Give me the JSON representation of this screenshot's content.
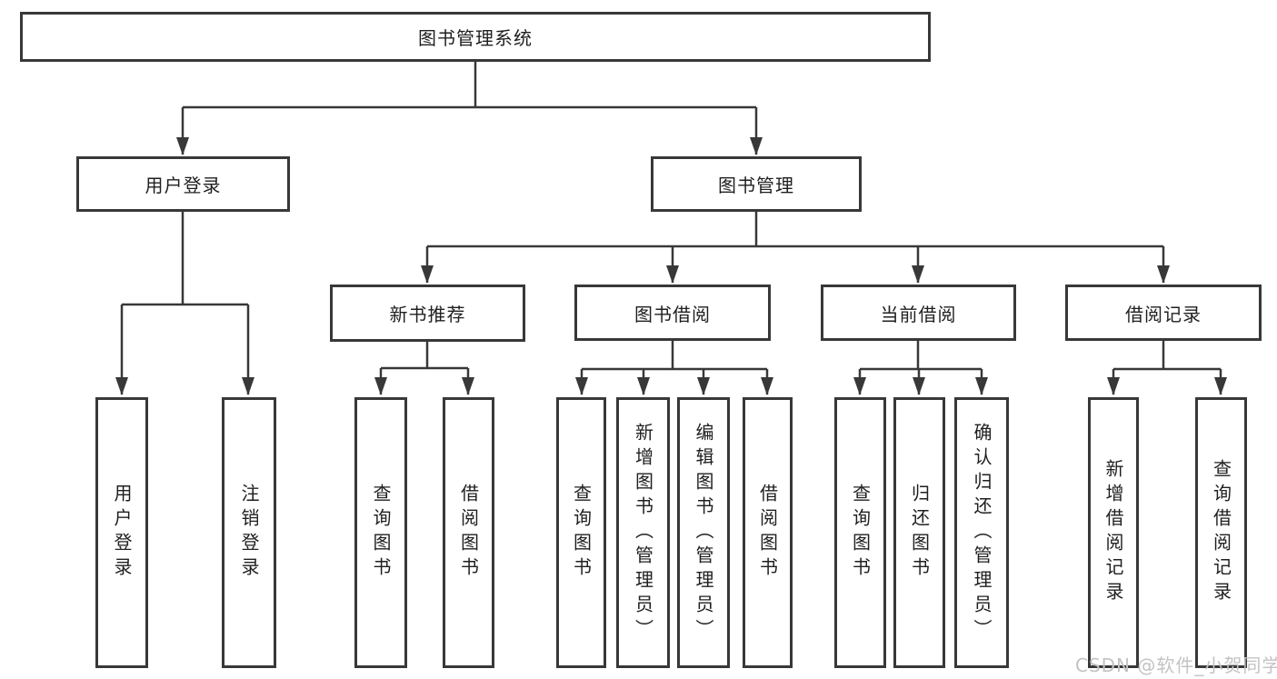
{
  "nodes": {
    "root": "图书管理系统",
    "user_login": "用户登录",
    "book_mgmt": "图书管理",
    "new_books": "新书推荐",
    "book_borrow": "图书借阅",
    "current_borrow": "当前借阅",
    "borrow_records": "借阅记录"
  },
  "leaves": {
    "user_login": [
      "用户登录",
      "注销登录"
    ],
    "new_books": [
      "查询图书",
      "借阅图书"
    ],
    "book_borrow": [
      "查询图书",
      "新增图书（管理员）",
      "编辑图书（管理员）",
      "借阅图书"
    ],
    "current_borrow": [
      "查询图书",
      "归还图书",
      "确认归还（管理员）"
    ],
    "borrow_records": [
      "新增借阅记录",
      "查询借阅记录"
    ]
  },
  "watermark": "CSDN @软件_小贺同学",
  "colors": {
    "line": "#383838",
    "text": "#1f1f1f",
    "box_bg": "#ffffff",
    "watermark": "#c3c3c3"
  }
}
